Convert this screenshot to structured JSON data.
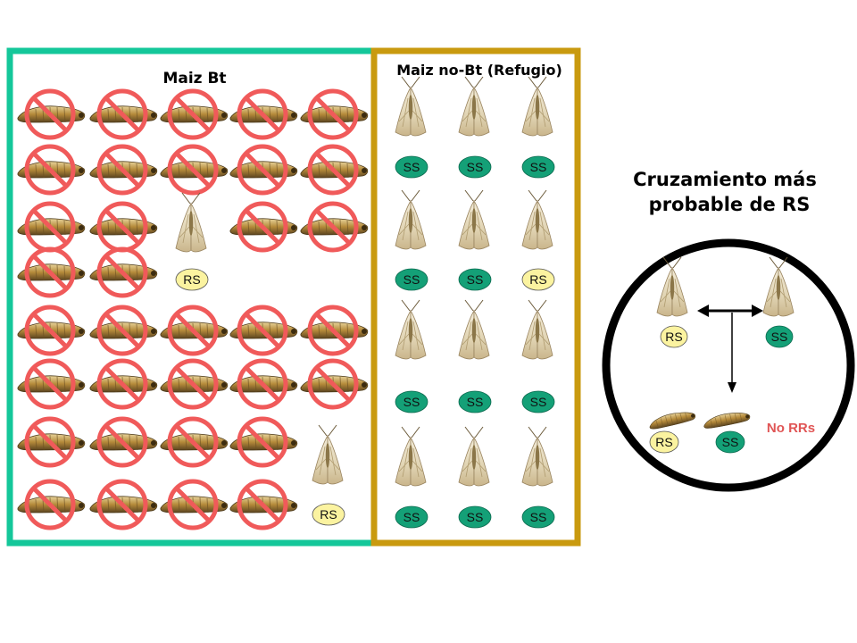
{
  "bt_field": {
    "title": "Maiz Bt",
    "border_color": "#14c79a",
    "survivor_labels": [
      "RS",
      "RS"
    ]
  },
  "refuge_field": {
    "title": "Maiz no-Bt (Refugio)",
    "border_color": "#c99a0f",
    "moth_labels": [
      "SS",
      "SS",
      "SS",
      "SS",
      "SS",
      "RS",
      "SS",
      "SS",
      "SS",
      "SS",
      "SS",
      "SS"
    ]
  },
  "cross_panel": {
    "title_line1": "Cruzamiento más",
    "title_line2": "probable de RS",
    "parent_labels": [
      "RS",
      "SS"
    ],
    "offspring_labels": [
      "RS",
      "SS"
    ],
    "result_text": "No RRs",
    "result_color": "#e05555"
  },
  "colors": {
    "rs_badge": "#fbf3a0",
    "ss_badge": "#14a077",
    "prohibited": "#f05a5a",
    "larva": "#b58a3a"
  },
  "icons": [
    "prohibited-larva-icon",
    "moth-icon",
    "larva-icon",
    "double-arrow-icon",
    "down-arrow-icon"
  ]
}
